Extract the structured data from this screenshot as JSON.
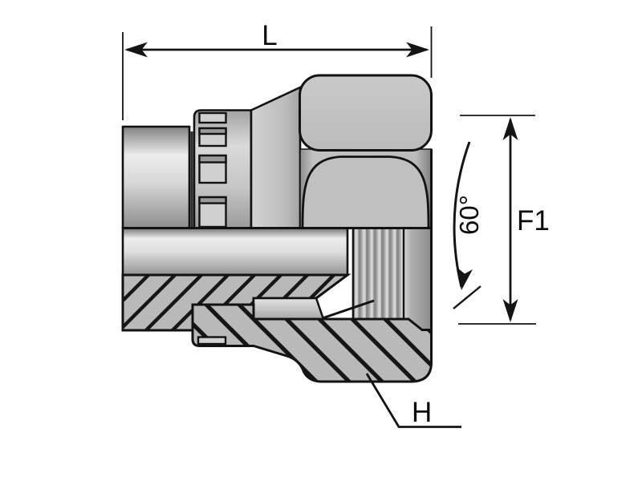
{
  "drawing": {
    "labels": {
      "length_dim": "L",
      "hex_across_flats_dim": "F1",
      "cone_angle": "60°",
      "nut_dim": "H"
    },
    "colors": {
      "background": "#ffffff",
      "outline": "#121212",
      "metal_light": "#c9c9c9",
      "metal_mid": "#b9b9b9",
      "metal_dark": "#8a8a8a",
      "hatch": "#161616",
      "text": "#0b0b0b"
    }
  }
}
